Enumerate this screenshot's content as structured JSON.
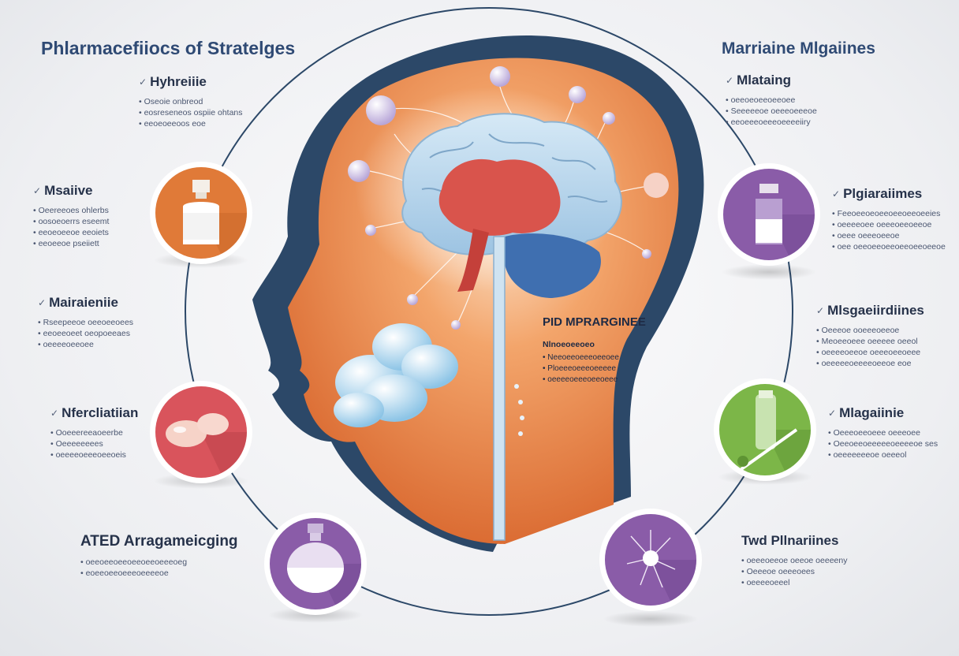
{
  "headings": {
    "left": "Phlarmacefiiocs of Stratelges",
    "right": "Marriaine Mlgaiines"
  },
  "left_items": [
    {
      "label": "Hyhreiiie",
      "lines": [
        "Oseoie onbreod",
        "eosreseneos ospiie ohtans",
        "eeoeoeeoos eoe"
      ]
    },
    {
      "label": "Msaiive",
      "lines": [
        "Oeereeoes ohlerbs",
        "oosoeoerrs eseemt",
        "eeoeoeeoe eeoiets",
        "eeoeeoe pseiiett"
      ]
    },
    {
      "label": "Mairaieniie",
      "lines": [
        "Rseepeeoe oeeoeeoees",
        "eeoeeoeet oeopoeeaes",
        "oeeeeoeeoee"
      ]
    },
    {
      "label": "Nfercliatiian",
      "lines": [
        "Ooeeereeaoeerbe",
        "Oeeeeeeees",
        "oeeeeoeeeoeeoeis"
      ]
    },
    {
      "label": "ATED Arragameicging",
      "lines": [
        "oeeoeeoeeoeeoeeoeeeoeg",
        "eoeeoeeoeeeoeeeeoe"
      ]
    }
  ],
  "right_items": [
    {
      "label": "Mlataing",
      "lines": [
        "oeeoeoeeoeeoee",
        "Seeeeeoe oeeeoeeeoe",
        "eeoeeeoeeeoeeeeiiry"
      ]
    },
    {
      "label": "Plgiaraiimes",
      "lines": [
        "Feeoeeoeoeeoeeoeeoeeies",
        "oeeeeoee oeeeoeeoeeoe",
        "oeee oeeeoeeoe",
        "oee oeeoeeoeeoeeoeeoeeoe"
      ]
    },
    {
      "label": "Mlsgaeiirdiines",
      "lines": [
        "Oeeeoe ooeeeoeeoe",
        "Meoeeoeee oeeeee oeeol",
        "oeeeeoeeoe oeeeoeeoeee",
        "oeeeeeoeeeeoeeoe eoe"
      ]
    },
    {
      "label": "Mlagaiinie",
      "lines": [
        "Oeeeoeeoeee oeeeoee",
        "Oeeoeeoeeeeeoeeeeoe ses",
        "oeeeeeeeoe oeeeol"
      ]
    },
    {
      "label": "Twd Pllnariines",
      "lines": [
        "oeeeoeeoe oeeoe oeeeeny",
        "Oeeeoe oeeeoees",
        "oeeeeoeeel"
      ]
    }
  ],
  "center": {
    "title": "PID MPRARGINEE",
    "subtitle": "Nlnoeoeeoeo",
    "lines": [
      "Neeoeeoeeeoeeoee",
      "Ploeeeoeeeoeeeee",
      "oeeeeoeeeoeeoeee"
    ]
  },
  "colors": {
    "navy": "#2c4868",
    "orange": "#e07a38",
    "purple": "#8a5ca8",
    "red": "#d9545c",
    "green": "#7cb648"
  },
  "icons": [
    "medicine-bottle-icon",
    "pill-icon",
    "round-flask-icon",
    "vial-icon",
    "syringe-vial-icon",
    "neuron-icon"
  ]
}
